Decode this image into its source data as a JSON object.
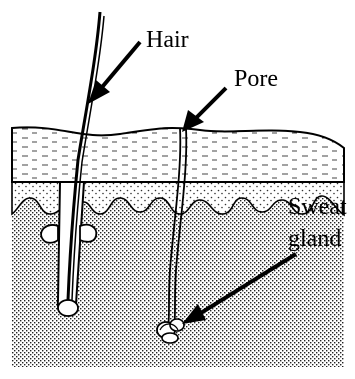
{
  "diagram": {
    "labels": {
      "hair": "Hair",
      "pore": "Pore",
      "sweat_gland_line1": "Sweat",
      "sweat_gland_line2": "gland"
    }
  }
}
